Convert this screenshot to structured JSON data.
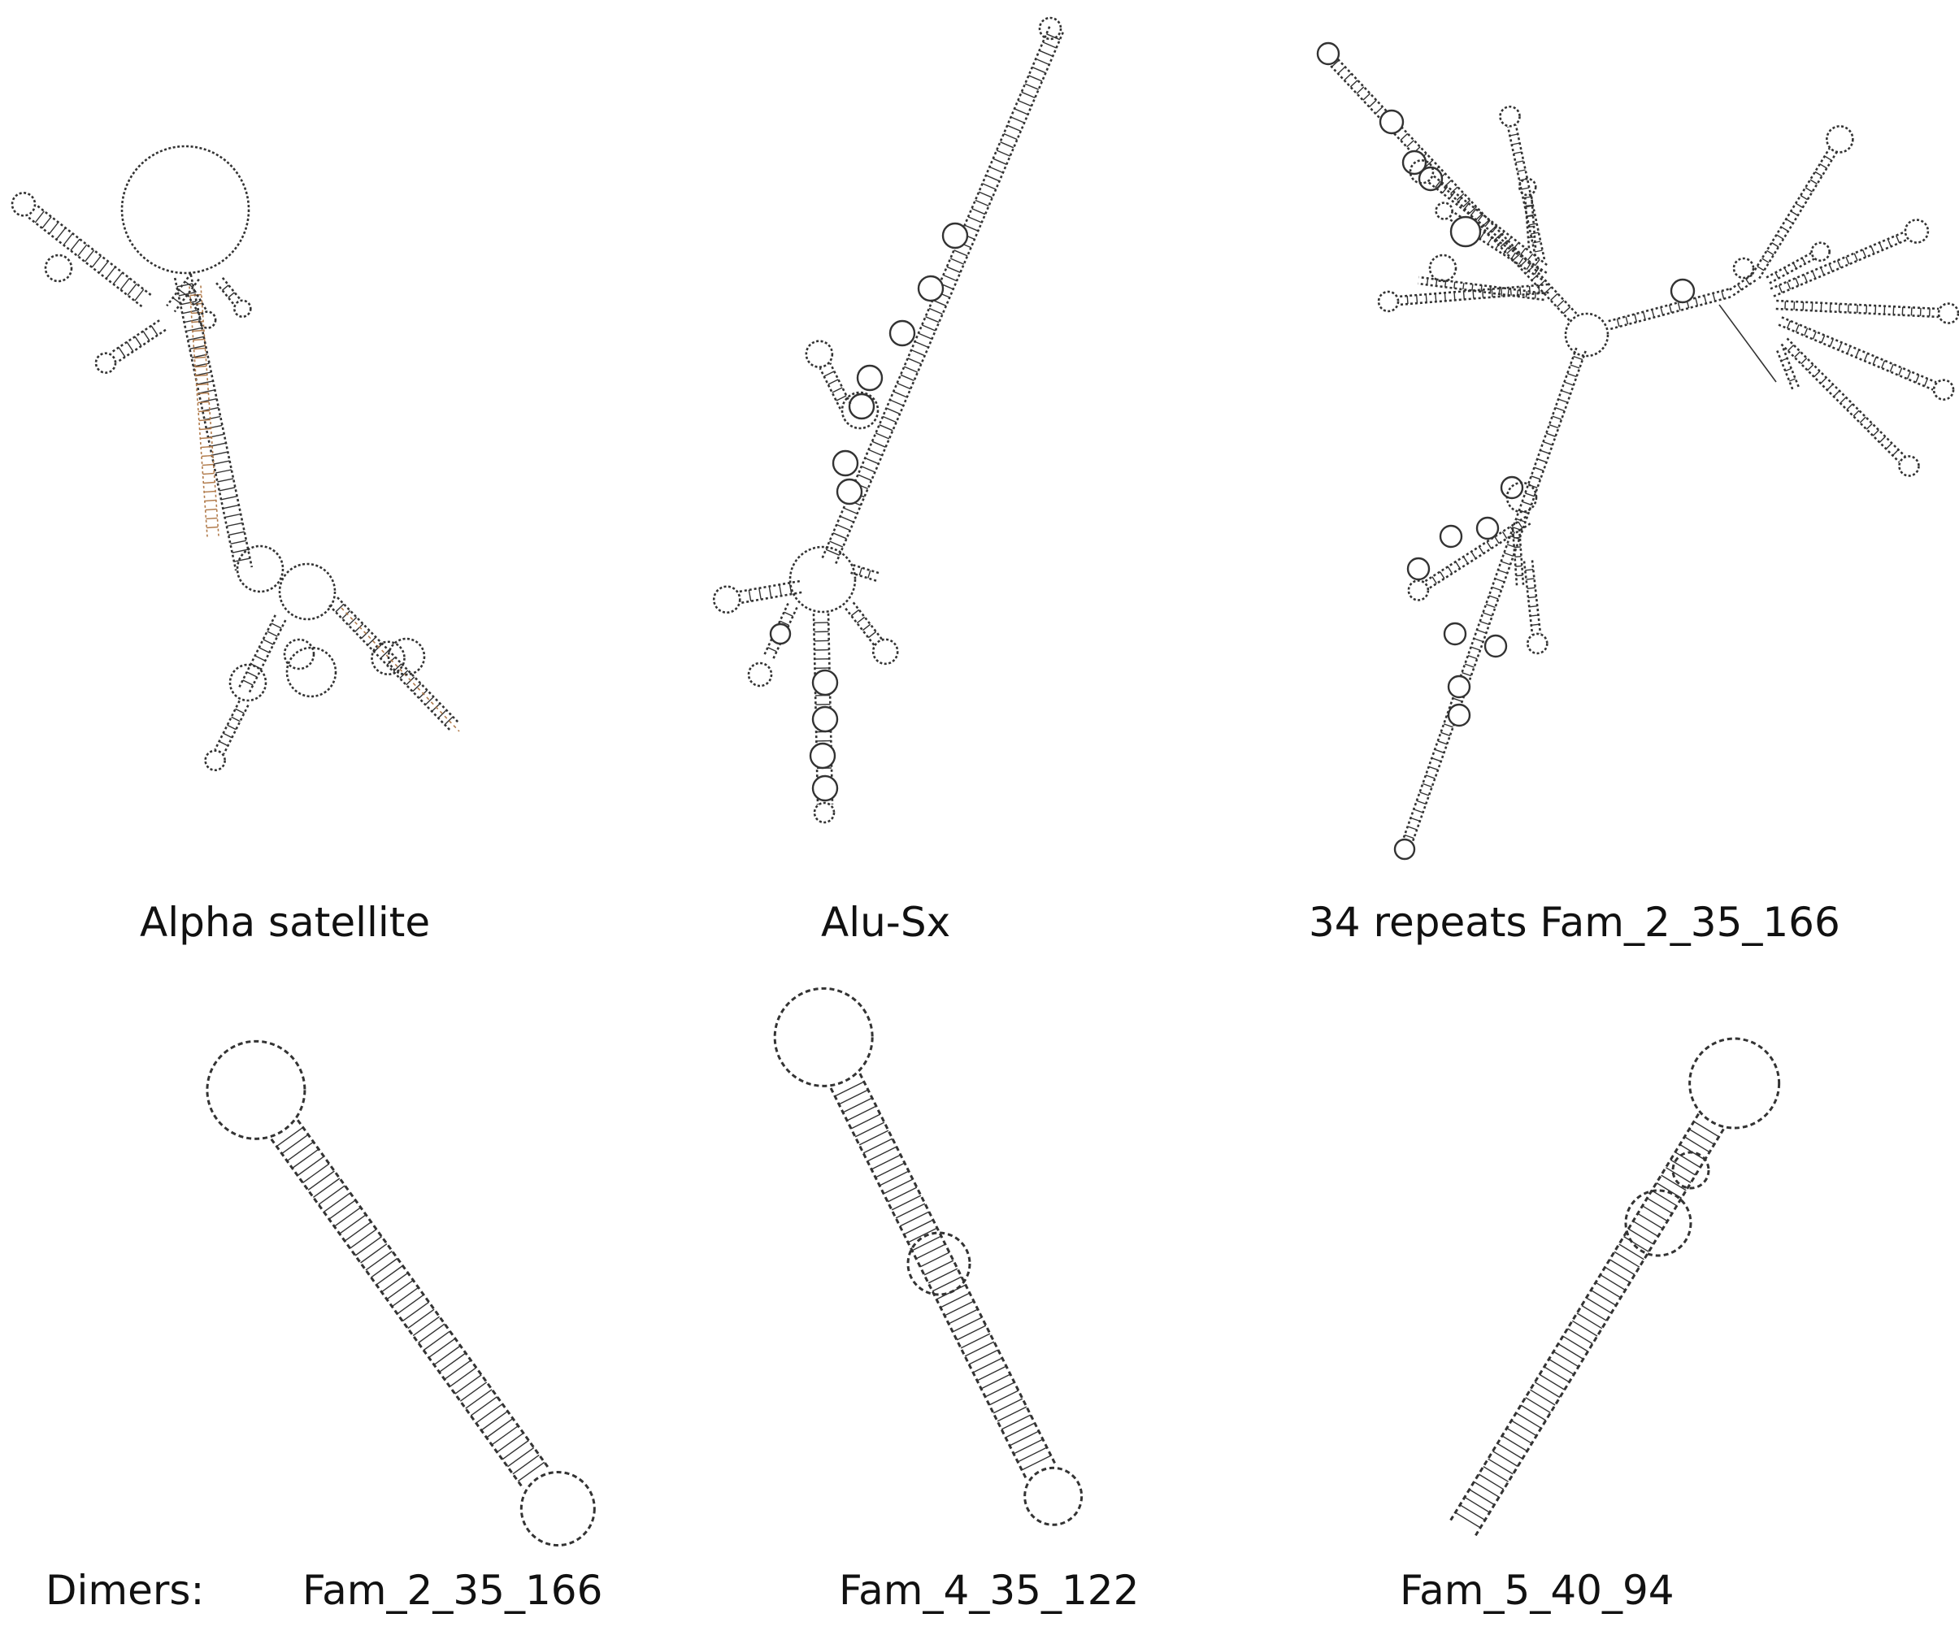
{
  "figure": {
    "structures": [
      {
        "id": "alpha",
        "label": "Alpha satellite"
      },
      {
        "id": "alu",
        "label": "Alu-Sx"
      },
      {
        "id": "rep34",
        "label": "34 repeats Fam_2_35_166"
      },
      {
        "id": "dimer1",
        "label": "Fam_2_35_166"
      },
      {
        "id": "dimer2",
        "label": "Fam_4_35_122"
      },
      {
        "id": "dimer3",
        "label": "Fam_5_40_94"
      }
    ],
    "row_label": "Dimers:",
    "colors": {
      "ink": "#333333",
      "accent": "#b07a4a"
    }
  }
}
